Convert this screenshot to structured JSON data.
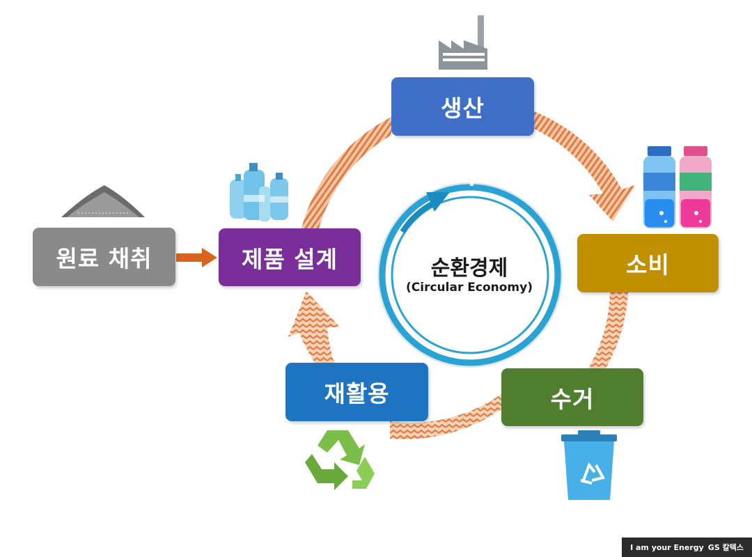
{
  "center": {
    "title": "순환경제",
    "subtitle": "(Circular Economy)"
  },
  "stages": {
    "raw_material": "원료 채취",
    "product_design": "제품 설계",
    "production": "생산",
    "consumption": "소비",
    "collection": "수거",
    "recycling": "재활용"
  },
  "footer": {
    "tagline": "I am your Energy",
    "brand": "GS 칼텍스"
  },
  "colors": {
    "raw_material": "#8a8a8a",
    "product_design": "#7a2e9a",
    "production": "#3f6fc6",
    "consumption": "#c09000",
    "collection": "#4f7f2e",
    "recycling": "#1f74c2",
    "cycle_arrows": "#e07a40",
    "inner_ring": "#2aa3d4",
    "feed_arrow": "#d8641e"
  },
  "icons": [
    "factory-icon",
    "bottles-icon",
    "drink-bottles-icon",
    "trash-bin-icon",
    "recycle-icon",
    "gravel-pile-icon"
  ]
}
